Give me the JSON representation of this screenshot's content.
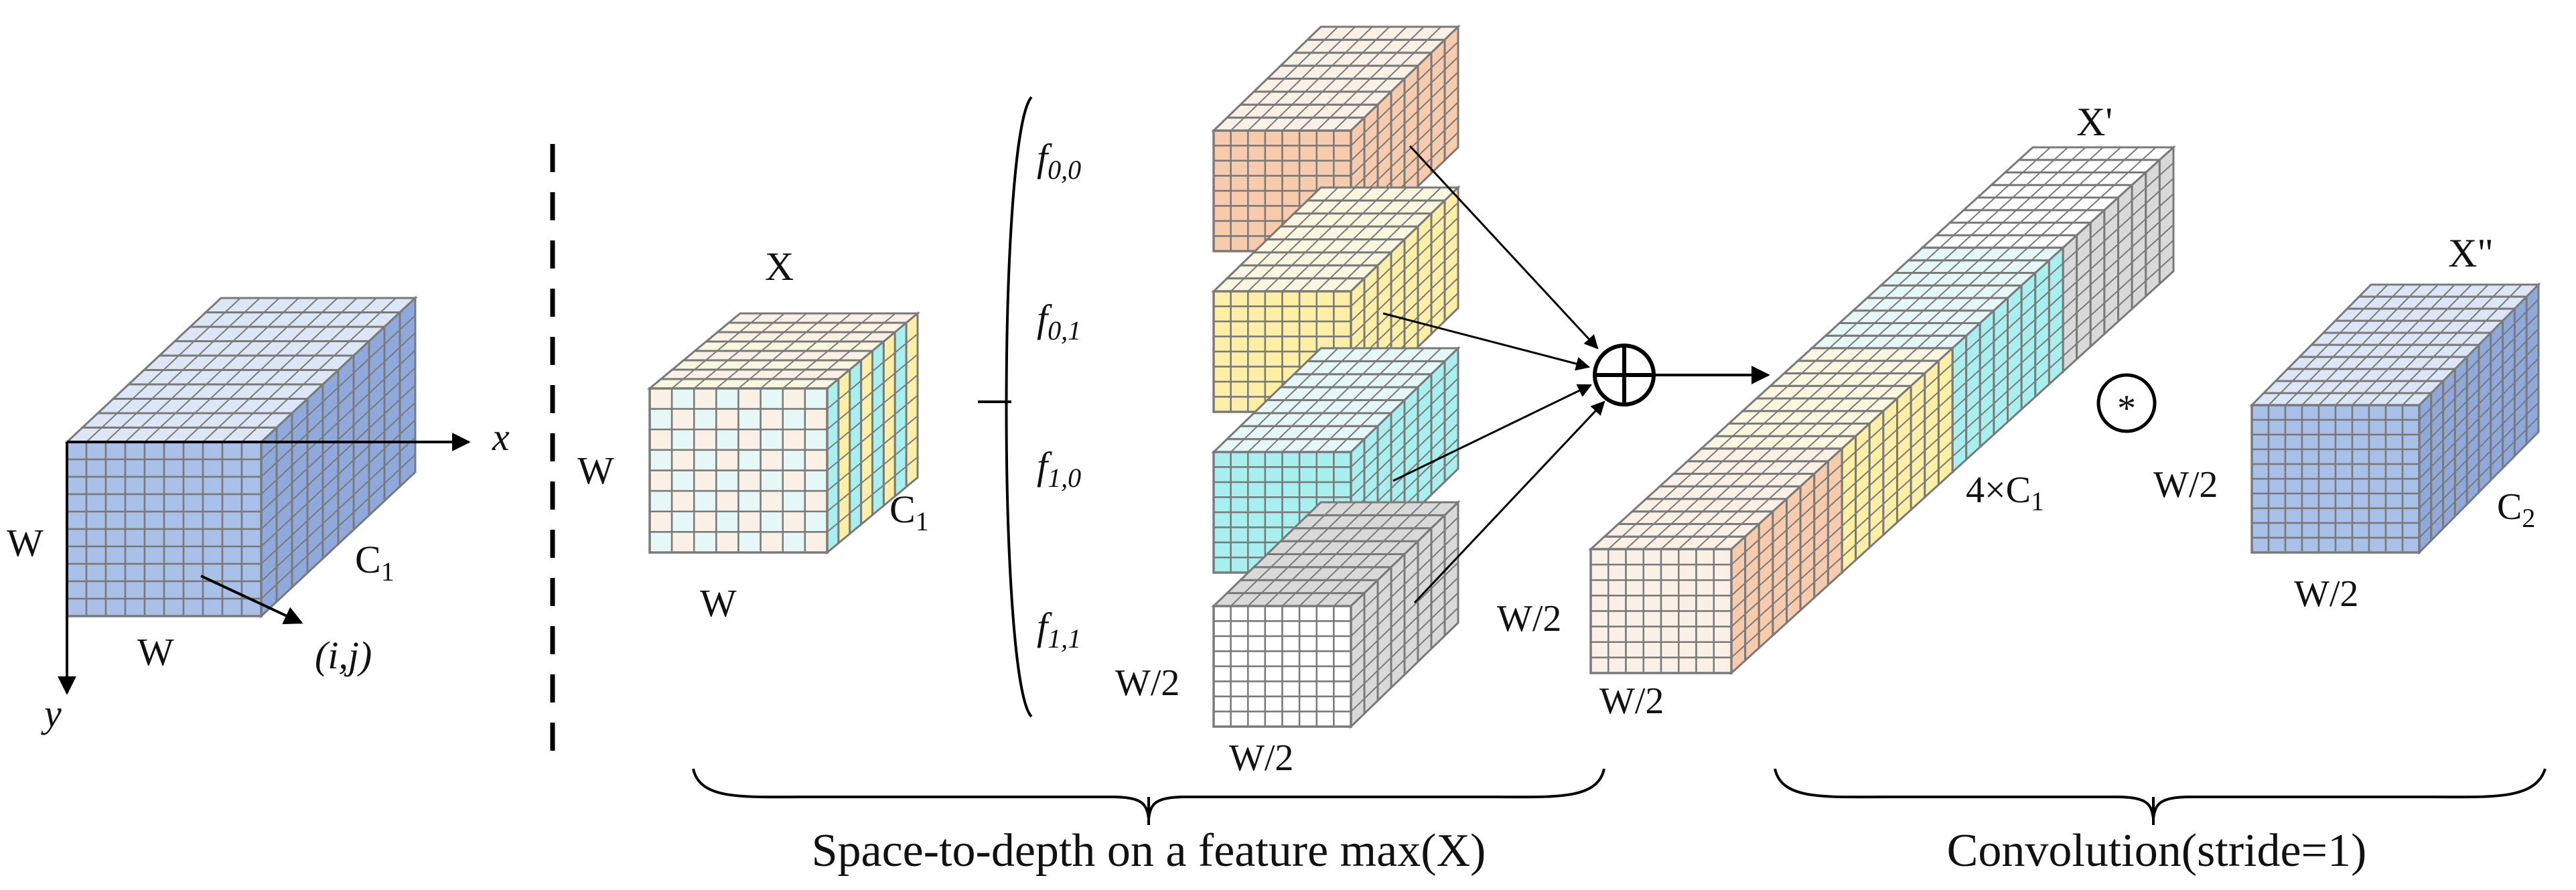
{
  "colors": {
    "blue_face": "#a9c0e8",
    "blue_top": "#dce6f7",
    "blue_side": "#8fa9dd",
    "peach_face": "#f8cbad",
    "peach_top": "#faf0e6",
    "yellow_face": "#fdf0a6",
    "yellow_top": "#faf6df",
    "cyan_face": "#a8f0f0",
    "cyan_top": "#e6f7f7",
    "gray_face": "#ffffff",
    "gray_side": "#d9d9d9",
    "grid_stroke": "#7a7a7a",
    "text": "#111111"
  },
  "left_cube": {
    "label_w_side": "W",
    "label_w_bottom": "W",
    "label_c": "C",
    "label_c_sub": "1",
    "axis_x": "x",
    "axis_y": "y",
    "pixel_label": "(i,j)"
  },
  "x_cube": {
    "label_top": "X",
    "label_w_side": "W",
    "label_w_bottom": "W",
    "label_c": "C",
    "label_c_sub": "1"
  },
  "slices": [
    {
      "label": "f",
      "sub": "0,0",
      "color": "peach"
    },
    {
      "label": "f",
      "sub": "0,1",
      "color": "yellow"
    },
    {
      "label": "f",
      "sub": "1,0",
      "color": "cyan"
    },
    {
      "label": "f",
      "sub": "1,1",
      "color": "gray"
    }
  ],
  "slice_dims": {
    "side": "W/2",
    "bottom": "W/2"
  },
  "concat_symbol": "⊕",
  "x_prime": {
    "label_top": "X'",
    "label_channels": "4×C",
    "label_channels_sub": "1",
    "label_side": "W/2",
    "label_bottom": "W/2"
  },
  "conv_symbol": "*",
  "x_double_prime": {
    "label_top": "X\"",
    "label_side": "W/2",
    "label_bottom": "W/2",
    "label_c": "C",
    "label_c_sub": "2"
  },
  "captions": {
    "space_to_depth": "Space-to-depth on a feature max(X)",
    "convolution": "Convolution(stride=1)"
  }
}
